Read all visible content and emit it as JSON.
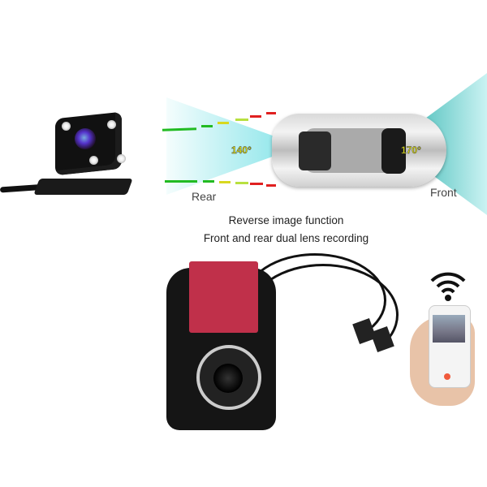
{
  "diagram": {
    "rear_angle": "140°",
    "front_angle": "170°",
    "rear_label": "Rear",
    "front_label": "Front"
  },
  "caption": {
    "line1": "Reverse image function",
    "line2": "Front and rear dual lens recording"
  },
  "colors": {
    "fov_cyan": "#7fe0e3",
    "guide_green": "#22bb22",
    "guide_yellow": "#d8d820",
    "guide_red": "#e02020",
    "adhesive_pad": "#c0304a"
  }
}
